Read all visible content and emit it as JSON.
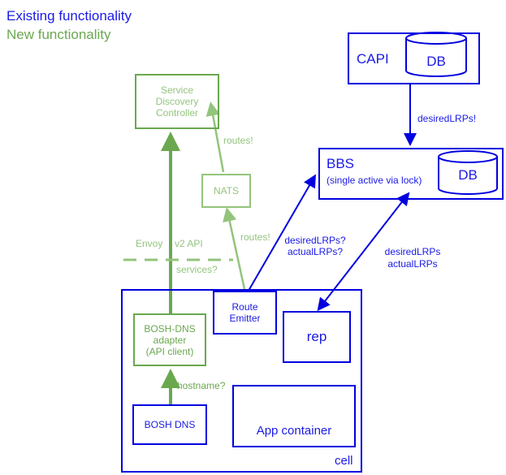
{
  "legend": {
    "existing": "Existing functionality",
    "new": "New functionality"
  },
  "nodes": {
    "capi": "CAPI",
    "capi_db": "DB",
    "bbs_title": "BBS",
    "bbs_subtitle": "(single active via lock)",
    "bbs_db": "DB",
    "sdc_line1": "Service",
    "sdc_line2": "Discovery",
    "sdc_line3": "Controller",
    "nats": "NATS",
    "route_emitter_line1": "Route",
    "route_emitter_line2": "Emitter",
    "rep": "rep",
    "bosh_dns_adapter_line1": "BOSH-DNS",
    "bosh_dns_adapter_line2": "adapter",
    "bosh_dns_adapter_line3": "(API client)",
    "bosh_dns": "BOSH DNS",
    "app_container": "App container",
    "cell": "cell"
  },
  "edges": {
    "capi_to_bbs": "desiredLRPs!",
    "nats_to_sdc": "routes!",
    "emitter_to_nats": "routes!",
    "emitter_bbs_1": "desiredLRPs?",
    "emitter_bbs_2": "actualLRPs?",
    "bbs_rep_1": "desiredLRPs",
    "bbs_rep_2": "actualLRPs",
    "envoy": "Envoy",
    "v2api": "v2 API",
    "services": "services?",
    "hostname": "hostname?"
  },
  "colors": {
    "existing": "#0000e0",
    "new": "#6aa84f",
    "new_light": "#93c47d"
  }
}
